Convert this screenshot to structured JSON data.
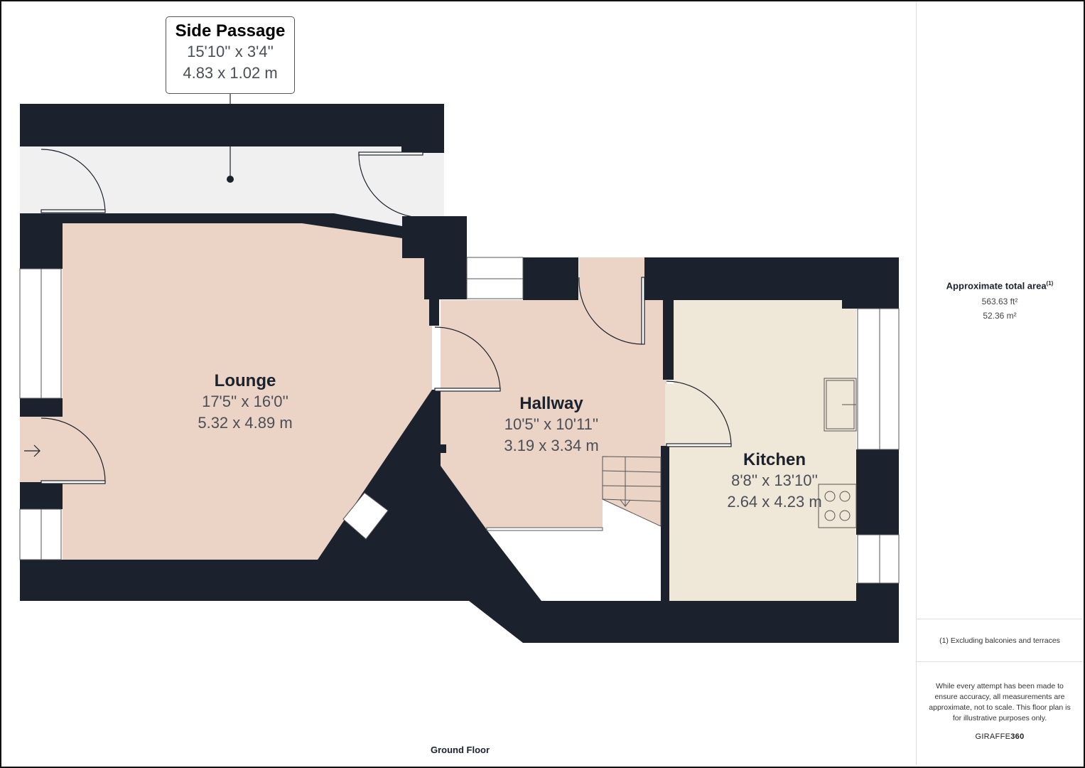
{
  "plan": {
    "floor_label": "Ground Floor",
    "colors": {
      "wall": "#1b222d",
      "lounge_hall_fill": "#ebd3c6",
      "kitchen_fill": "#efe7d7",
      "passage_fill": "#f0f0f0",
      "line": "#4a4f57"
    },
    "rooms": [
      {
        "name": "Side Passage",
        "imperial": "15'10'' x 3'4''",
        "metric": "4.83 x 1.02 m"
      },
      {
        "name": "Lounge",
        "imperial": "17'5'' x 16'0''",
        "metric": "5.32 x 4.89 m"
      },
      {
        "name": "Hallway",
        "imperial": "10'5'' x 10'11''",
        "metric": "3.19 x 3.34 m"
      },
      {
        "name": "Kitchen",
        "imperial": "8'8'' x 13'10''",
        "metric": "2.64 x 4.23 m"
      }
    ]
  },
  "sidebar": {
    "area_title": "Approximate total area",
    "area_footnote_marker": "(1)",
    "area_sqft": "563.63 ft²",
    "area_sqm": "52.36 m²",
    "footnote": "(1) Excluding balconies and terraces",
    "disclaimer": "While every attempt has been made to ensure accuracy, all measurements are approximate, not to scale. This floor plan is for illustrative purposes only.",
    "brand_light": "GIRAFFE",
    "brand_bold": "360"
  }
}
